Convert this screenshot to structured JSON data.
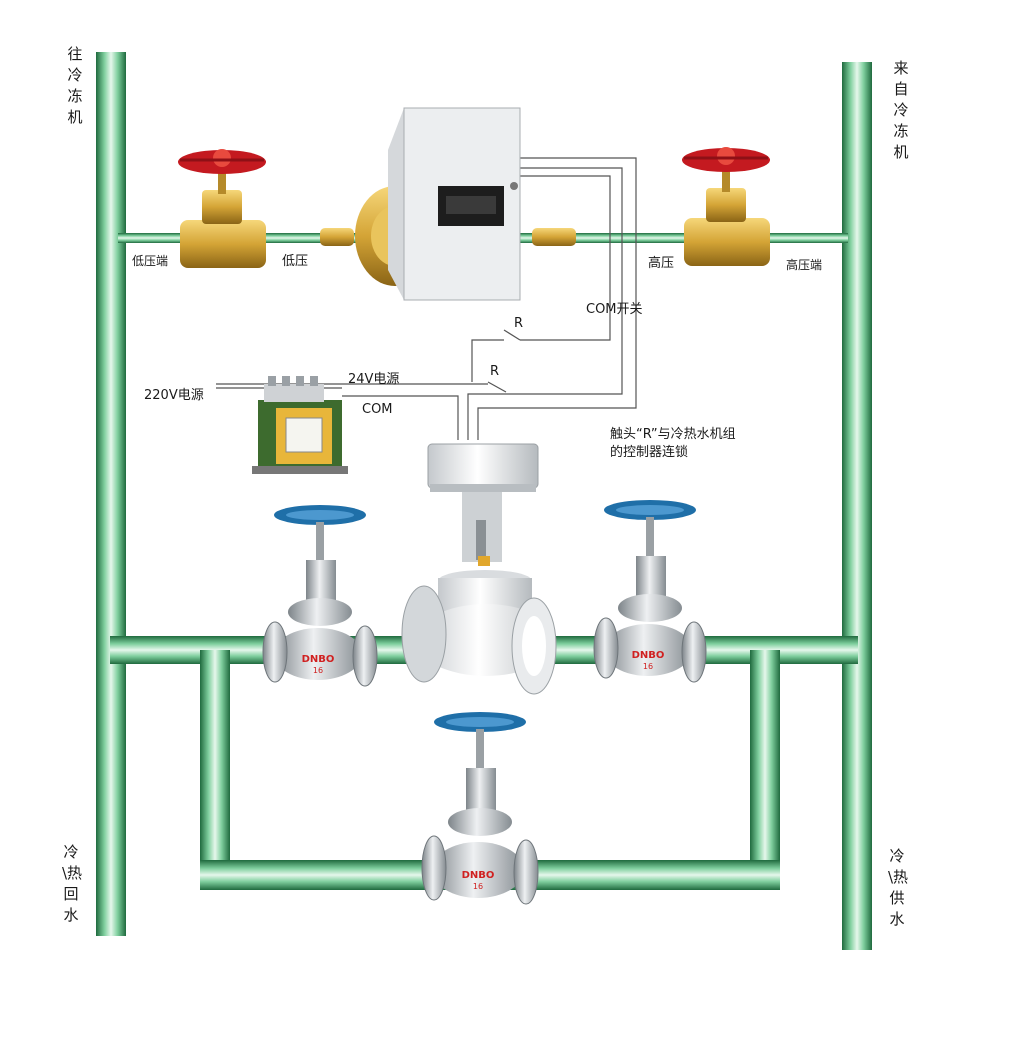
{
  "labels": {
    "to_chiller": "往冷冻机",
    "from_chiller": "来自冷冻机",
    "return_water": "冷\\热回水",
    "supply_water": "冷\\热供水",
    "low_pressure_end": "低压端",
    "low_pressure": "低压",
    "high_pressure": "高压",
    "high_pressure_end": "高压端",
    "com_switch": "COM开关",
    "r1": "R",
    "r2": "R",
    "v24": "24V电源",
    "v220": "220V电源",
    "com": "COM",
    "note_line1": "触头“R”与冷热水机组",
    "note_line2": "的控制器连锁"
  },
  "valve_marking": {
    "brand": "DNBO",
    "size": "16"
  },
  "colors": {
    "pipe_dark": "#2e7d4f",
    "pipe_light": "#bfe8cf",
    "gate_handwheel": "#c41a20",
    "brass": "#d4a436",
    "globe_handwheel": "#1f6fa8",
    "valve_body": "#c9cdd1",
    "marking_red": "#d02020",
    "switch_box": "#e6e8ea",
    "wire": "#555555"
  },
  "icons": [
    "gate-valve-icon",
    "pressure-switch-icon",
    "transformer-icon",
    "electric-actuator-valve-icon",
    "globe-valve-icon"
  ]
}
